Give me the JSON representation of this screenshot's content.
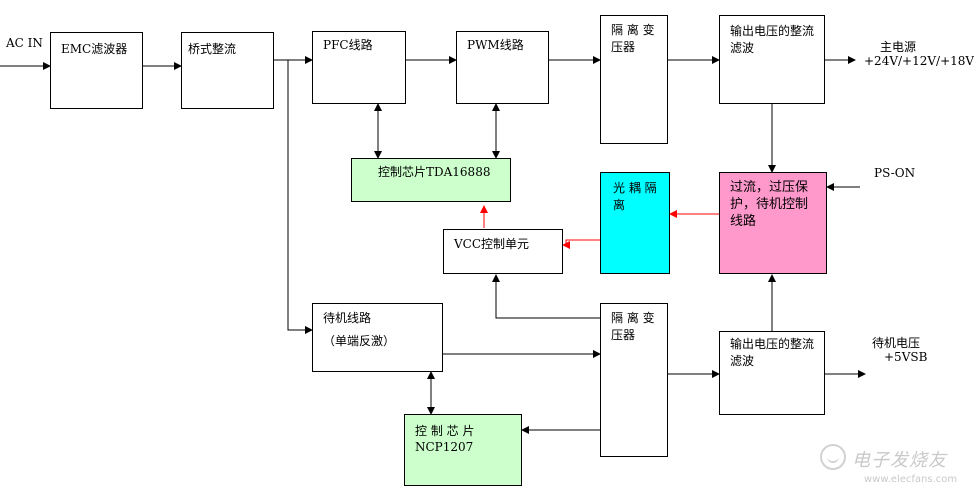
{
  "labels": {
    "ac_in": "AC IN",
    "main_power_title": "主电源",
    "main_power_voltages": "+24V/+12V/+18V",
    "ps_on": "PS-ON",
    "standby_voltage_title": "待机电压",
    "standby_voltage_value": "+5VSB"
  },
  "blocks": {
    "emc_filter": "EMC滤波器",
    "bridge_rectifier": "桥式整流",
    "pfc_circuit": "PFC线路",
    "pwm_circuit": "PWM线路",
    "isolation_transformer_top": "隔 离 变 压器",
    "output_rectifier_top": "输出电压的整流滤波",
    "control_chip_tda": "控制芯片TDA16888",
    "optocoupler_isolation": "光 耦 隔 离",
    "protection_circuit": "过流，过压保护，待机控制线路",
    "vcc_control": "VCC控制单元",
    "standby_circuit_line1": "待机线路",
    "standby_circuit_line2": "（单端反激）",
    "isolation_transformer_bottom": "隔 离 变 压器",
    "output_rectifier_bottom": "输出电压的整流滤波",
    "control_chip_ncp_line1": "控  制  芯  片",
    "control_chip_ncp_line2": "NCP1207"
  },
  "watermark": {
    "cn": "电子发烧友",
    "url": "www.elecfans.com"
  },
  "colors": {
    "tda_fill": "#ccffcc",
    "ncp_fill": "#ccffcc",
    "opto_fill": "#00ffff",
    "protect_fill": "#ff99cc",
    "arrow_black": "#000000",
    "arrow_red": "#ff0000"
  }
}
